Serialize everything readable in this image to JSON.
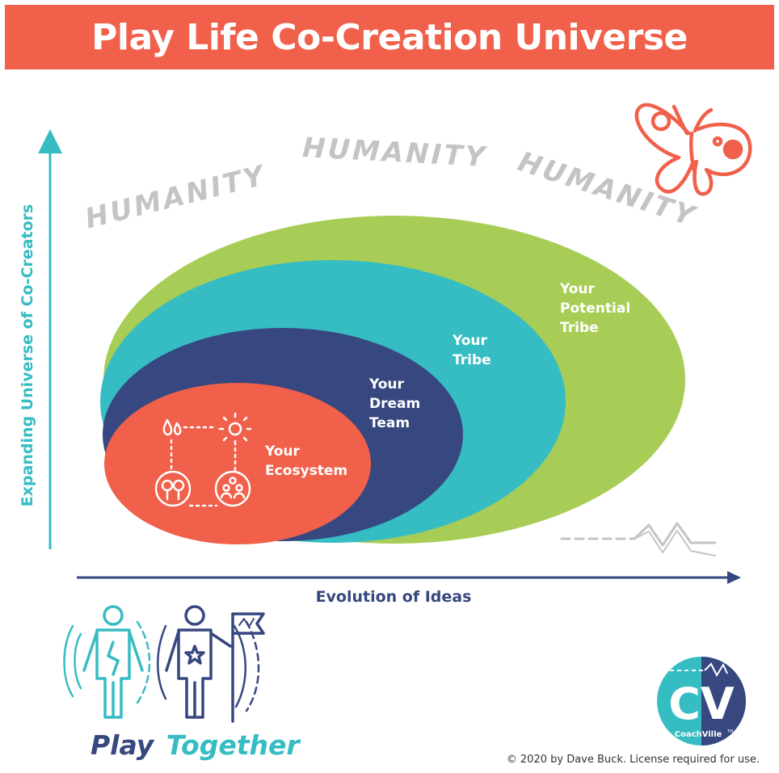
{
  "title": "Play Life Co-Creation Universe",
  "humanity_labels": [
    "HUMANITY",
    "HUMANITY",
    "HUMANITY"
  ],
  "y_axis_label": "Expanding Universe of Co-Creators",
  "x_axis_label": "Evolution of Ideas",
  "rings": {
    "potential_tribe": [
      "Your",
      "Potential",
      "Tribe"
    ],
    "tribe": [
      "Your",
      "Tribe"
    ],
    "dream_team": [
      "Your",
      "Dream",
      "Team"
    ],
    "ecosystem": [
      "Your",
      "Ecosystem"
    ]
  },
  "play_together": {
    "word1": "Play",
    "word2": "Together"
  },
  "logo": {
    "letters": "CV",
    "brand": "CoachVille",
    "tm": "TM"
  },
  "copyright": "© 2020 by Dave Buck. License required for use.",
  "colors": {
    "title_bg": "#f0604a",
    "coral": "#f0604a",
    "navy": "#37477f",
    "teal": "#36bcc3",
    "green": "#a8cd57",
    "gray": "#c4c4c4",
    "white": "#ffffff"
  }
}
